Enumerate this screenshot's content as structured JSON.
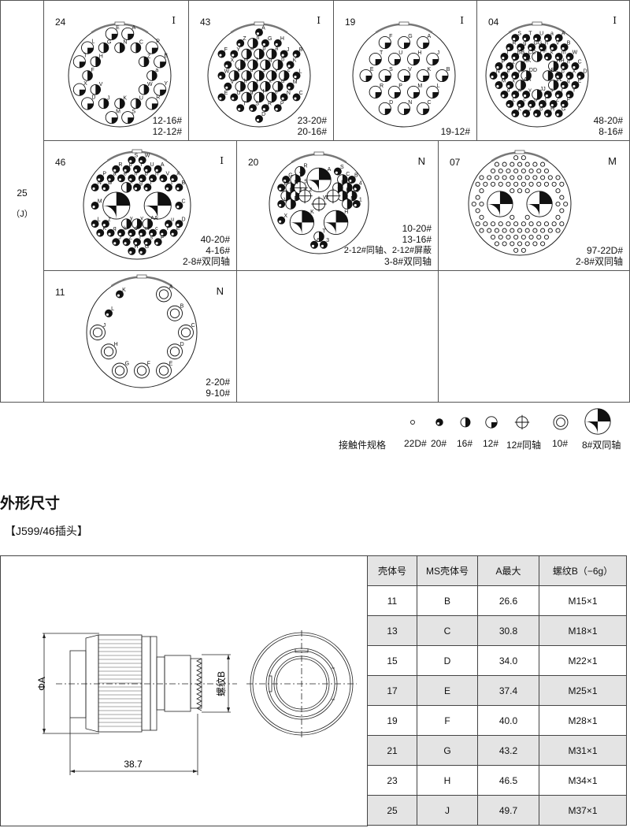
{
  "shell": {
    "size": "25",
    "code": "（J）"
  },
  "inserts": [
    {
      "id": "24",
      "key": "I",
      "specs": [
        "12-16#",
        "12-12#"
      ],
      "pins": [
        [
          "A",
          "12"
        ],
        [
          "P",
          "12"
        ],
        [
          "B",
          "12"
        ],
        [
          "Y",
          "12"
        ],
        [
          "R",
          "12"
        ],
        [
          "S",
          "12"
        ],
        [
          "M",
          "12"
        ],
        [
          "D",
          "12"
        ],
        [
          "X",
          "12"
        ],
        [
          "T",
          "12"
        ],
        [
          "L",
          "12"
        ],
        [
          "E",
          "12"
        ],
        [
          "N",
          "16"
        ],
        [
          "C",
          "16"
        ],
        [
          "Z",
          "16"
        ],
        [
          "a",
          "16"
        ],
        [
          "W",
          "16"
        ],
        [
          "U",
          "16"
        ],
        [
          "K",
          "16"
        ],
        [
          "J",
          "16"
        ],
        [
          "V",
          "16"
        ],
        [
          "F",
          "16"
        ],
        [
          "H",
          "16"
        ],
        [
          "G",
          "16"
        ]
      ]
    },
    {
      "id": "43",
      "key": "I",
      "specs": [
        "23-20#",
        "20-16#"
      ],
      "pins": [
        [
          "A",
          "20"
        ],
        [
          "B",
          "20"
        ],
        [
          "C",
          "20"
        ],
        [
          "D",
          "20"
        ],
        [
          "E",
          "20"
        ],
        [
          "F",
          "20"
        ],
        [
          "G",
          "20"
        ],
        [
          "H",
          "20"
        ],
        [
          "J",
          "20"
        ],
        [
          "K",
          "20"
        ],
        [
          "L",
          "20"
        ],
        [
          "M",
          "20"
        ],
        [
          "N",
          "20"
        ],
        [
          "P",
          "20"
        ],
        [
          "R",
          "20"
        ],
        [
          "S",
          "20"
        ],
        [
          "T",
          "20"
        ],
        [
          "U",
          "20"
        ],
        [
          "V",
          "20"
        ],
        [
          "W",
          "20"
        ],
        [
          "X",
          "20"
        ],
        [
          "Y",
          "20"
        ],
        [
          "Z",
          "20"
        ],
        [
          "n",
          "16"
        ],
        [
          "p",
          "16"
        ],
        [
          "a",
          "16"
        ],
        [
          "b",
          "16"
        ],
        [
          "c",
          "16"
        ],
        [
          "d",
          "16"
        ],
        [
          "e",
          "16"
        ],
        [
          "f",
          "16"
        ],
        [
          "g",
          "16"
        ],
        [
          "h",
          "16"
        ],
        [
          "k",
          "16"
        ],
        [
          "m",
          "16"
        ],
        [
          "w",
          "16"
        ],
        [
          "q",
          "16"
        ],
        [
          "v",
          "16"
        ],
        [
          "x",
          "16"
        ],
        [
          "r",
          "16"
        ],
        [
          "u",
          "16"
        ],
        [
          "t",
          "16"
        ],
        [
          "s",
          "16"
        ]
      ]
    },
    {
      "id": "19",
      "key": "I",
      "specs": [
        "19-12#"
      ],
      "pins": [
        [
          "A",
          "12"
        ],
        [
          "B",
          "12"
        ],
        [
          "C",
          "12"
        ],
        [
          "D",
          "12"
        ],
        [
          "E",
          "12"
        ],
        [
          "F",
          "12"
        ],
        [
          "G",
          "12"
        ],
        [
          "H",
          "12"
        ],
        [
          "J",
          "12"
        ],
        [
          "K",
          "12"
        ],
        [
          "L",
          "12"
        ],
        [
          "M",
          "12"
        ],
        [
          "N",
          "12"
        ],
        [
          "P",
          "12"
        ],
        [
          "R",
          "12"
        ],
        [
          "S",
          "12"
        ],
        [
          "T",
          "12"
        ],
        [
          "U",
          "12"
        ],
        [
          "V",
          "12"
        ]
      ]
    },
    {
      "id": "04",
      "key": "I",
      "specs": [
        "48-20#",
        "8-16#"
      ],
      "pins": [
        [
          "a",
          "20"
        ],
        [
          "A",
          "20"
        ],
        [
          "B",
          "20"
        ],
        [
          "C",
          "20"
        ],
        [
          "D",
          "20"
        ],
        [
          "E",
          "20"
        ],
        [
          "F",
          "20"
        ],
        [
          "G",
          "20"
        ],
        [
          "H",
          "20"
        ],
        [
          "J",
          "20"
        ],
        [
          "K",
          "20"
        ],
        [
          "L",
          "20"
        ],
        [
          "M",
          "20"
        ],
        [
          "N",
          "20"
        ],
        [
          "P",
          "20"
        ],
        [
          "R",
          "20"
        ],
        [
          "S",
          "20"
        ],
        [
          "T",
          "20"
        ],
        [
          "U",
          "20"
        ],
        [
          "V",
          "20"
        ],
        [
          "W",
          "20"
        ],
        [
          "X",
          "20"
        ],
        [
          "Y",
          "20"
        ],
        [
          "Z",
          "20"
        ],
        [
          "b",
          "20"
        ],
        [
          "c",
          "20"
        ],
        [
          "d",
          "20"
        ],
        [
          "e",
          "20"
        ],
        [
          "f",
          "20"
        ],
        [
          "g",
          "20"
        ],
        [
          "h",
          "20"
        ],
        [
          "k",
          "20"
        ],
        [
          "m",
          "20"
        ],
        [
          "n",
          "20"
        ],
        [
          "p",
          "20"
        ],
        [
          "q",
          "20"
        ],
        [
          "r",
          "20"
        ],
        [
          "s",
          "20"
        ],
        [
          "t",
          "20"
        ],
        [
          "u",
          "20"
        ],
        [
          "v",
          "20"
        ],
        [
          "w",
          "20"
        ],
        [
          "x",
          "20"
        ],
        [
          "y",
          "20"
        ],
        [
          "z",
          "20"
        ],
        [
          "BB",
          "20"
        ],
        [
          "CC",
          "20"
        ],
        [
          "GG",
          "20"
        ],
        [
          "FF",
          "16"
        ],
        [
          "HH",
          "16"
        ],
        [
          "EE",
          "16"
        ],
        [
          "LL",
          "16"
        ],
        [
          "JJ",
          "16"
        ],
        [
          "AA",
          "16"
        ],
        [
          "DD",
          "16"
        ],
        [
          "KK",
          "16"
        ]
      ]
    },
    {
      "id": "46",
      "key": "I",
      "specs": [
        "40-20#",
        "4-16#",
        "2-8#双同轴"
      ],
      "pins": [
        [
          "",
          "8"
        ],
        [
          "",
          "8"
        ],
        [
          "W",
          "20"
        ],
        [
          "A",
          "20"
        ],
        [
          "X",
          "20"
        ],
        [
          "B",
          "20"
        ],
        [
          "C",
          "20"
        ],
        [
          "D",
          "20"
        ],
        [
          "E",
          "20"
        ],
        [
          "F",
          "20"
        ],
        [
          "G",
          "20"
        ],
        [
          "H",
          "20"
        ],
        [
          "J",
          "20"
        ],
        [
          "K",
          "20"
        ],
        [
          "L",
          "20"
        ],
        [
          "M",
          "20"
        ],
        [
          "N",
          "20"
        ],
        [
          "P",
          "20"
        ],
        [
          "R",
          "20"
        ],
        [
          "S",
          "20"
        ],
        [
          "T",
          "20"
        ],
        [
          "U",
          "20"
        ],
        [
          "V",
          "20"
        ],
        [
          "t",
          "20"
        ],
        [
          "u",
          "20"
        ],
        [
          "Y",
          "20"
        ],
        [
          "s",
          "20"
        ],
        [
          "r",
          "20"
        ],
        [
          "Z",
          "20"
        ],
        [
          "q",
          "20"
        ],
        [
          "z",
          "20"
        ],
        [
          "w",
          "20"
        ],
        [
          "a",
          "20"
        ],
        [
          "p",
          "20"
        ],
        [
          "b",
          "20"
        ],
        [
          "n",
          "20"
        ],
        [
          "c",
          "20"
        ],
        [
          "m",
          "20"
        ],
        [
          "d",
          "20"
        ],
        [
          "k",
          "20"
        ],
        [
          "e",
          "20"
        ],
        [
          "h",
          "20"
        ],
        [
          "g",
          "20"
        ],
        [
          "f",
          "20"
        ],
        [
          "AA",
          "16"
        ],
        [
          "v",
          "16"
        ],
        [
          "y",
          "16"
        ],
        [
          "x",
          "16"
        ]
      ]
    },
    {
      "id": "20",
      "key": "N",
      "specs": [
        "10-20#",
        "13-16#",
        "2-12#同轴、2-12#屏蔽",
        "3-8#双同轴"
      ],
      "pins": [
        [
          "A",
          "8"
        ],
        [
          "K",
          "8"
        ],
        [
          "H",
          "8"
        ],
        [
          "S",
          "20"
        ],
        [
          "B",
          "20"
        ],
        [
          "4",
          "20"
        ],
        [
          "1",
          "20"
        ],
        [
          "3",
          "20"
        ],
        [
          "6",
          "20"
        ],
        [
          "X",
          "20"
        ],
        [
          "V",
          "20"
        ],
        [
          "L",
          "20"
        ],
        [
          "G",
          "20"
        ],
        [
          "R",
          "16"
        ],
        [
          "C",
          "16"
        ],
        [
          "P",
          "16"
        ],
        [
          "Z",
          "16"
        ],
        [
          "T",
          "16"
        ],
        [
          "D",
          "16"
        ],
        [
          "N",
          "16"
        ],
        [
          "Y",
          "16"
        ],
        [
          "U",
          "16"
        ],
        [
          "E",
          "16"
        ],
        [
          "M",
          "16"
        ],
        [
          "F",
          "16"
        ],
        [
          "J",
          "16"
        ],
        [
          "5",
          "12coax"
        ],
        [
          "7",
          "12coax"
        ],
        [
          "2",
          "12coax"
        ],
        [
          "W",
          "12coax"
        ]
      ]
    },
    {
      "id": "07",
      "key": "M",
      "specs": [
        "97-22D#",
        "2-8#双同轴"
      ],
      "count22D": 97,
      "count8": 2
    },
    {
      "id": "11",
      "key": "N",
      "specs": [
        "2-20#",
        "9-10#"
      ],
      "pins": [
        [
          "A",
          "10"
        ],
        [
          "B",
          "10"
        ],
        [
          "C",
          "10"
        ],
        [
          "D",
          "10"
        ],
        [
          "E",
          "10"
        ],
        [
          "F",
          "10"
        ],
        [
          "G",
          "10"
        ],
        [
          "H",
          "10"
        ],
        [
          "J",
          "10"
        ],
        [
          "L",
          "20"
        ],
        [
          "K",
          "20"
        ]
      ]
    }
  ],
  "legend": {
    "label": "接触件规格",
    "items": [
      {
        "type": "22D",
        "label": "22D#"
      },
      {
        "type": "20",
        "label": "20#"
      },
      {
        "type": "16",
        "label": "16#"
      },
      {
        "type": "12",
        "label": "12#"
      },
      {
        "type": "12coax",
        "label": "12#同轴"
      },
      {
        "type": "10",
        "label": "10#"
      },
      {
        "type": "8",
        "label": "8#双同轴"
      }
    ]
  },
  "section_title": "外形尺寸",
  "product_title": "【J599/46插头】",
  "drawing": {
    "dia_label": "ΦA",
    "thread_label": "螺纹B",
    "length": "38.7"
  },
  "table": {
    "headers": [
      "壳体号",
      "MS壳体号",
      "A最大",
      "螺纹B（−6g）"
    ],
    "rows": [
      [
        "11",
        "B",
        "26.6",
        "M15×1"
      ],
      [
        "13",
        "C",
        "30.8",
        "M18×1"
      ],
      [
        "15",
        "D",
        "34.0",
        "M22×1"
      ],
      [
        "17",
        "E",
        "37.4",
        "M25×1"
      ],
      [
        "19",
        "F",
        "40.0",
        "M28×1"
      ],
      [
        "21",
        "G",
        "43.2",
        "M31×1"
      ],
      [
        "23",
        "H",
        "46.5",
        "M34×1"
      ],
      [
        "25",
        "J",
        "49.7",
        "M37×1"
      ]
    ]
  }
}
